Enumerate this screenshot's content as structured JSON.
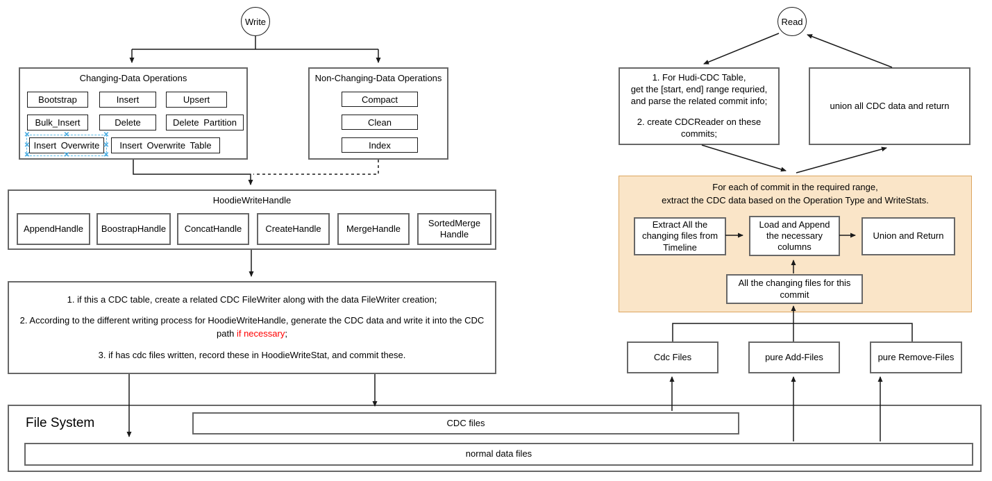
{
  "colors": {
    "highlight_red": "#FF0000",
    "orange_fill": "#FAE5C8",
    "orange_border": "#DCA55F",
    "selection_blue": "#45A9E0"
  },
  "write": {
    "node_label": "Write",
    "changing_ops": {
      "title": "Changing-Data Operations",
      "ops": [
        "Bootstrap",
        "Insert",
        "Upsert",
        "Bulk_Insert",
        "Delete",
        "Delete Partition",
        "Insert Overwrite",
        "Insert Overwrite Table"
      ]
    },
    "non_changing_ops": {
      "title": "Non-Changing-Data Operations",
      "ops": [
        "Compact",
        "Clean",
        "Index"
      ]
    },
    "hoodie_write_handle": {
      "title": "HoodieWriteHandle",
      "handles": [
        "AppendHandle",
        "BoostrapHandle",
        "ConcatHandle",
        "CreateHandle",
        "MergeHandle",
        "SortedMerge Handle"
      ]
    },
    "steps": {
      "step1": "1. if this a CDC table, create a related CDC FileWriter along with the data FileWriter creation;",
      "step2_prefix": "2. According to the different writing process for HoodieWriteHandle, generate the CDC data and write it into the CDC path ",
      "step2_highlight": "if necessary",
      "step2_suffix": ";",
      "step3": "3. if has cdc files written, record these in HoodieWriteStat, and commit these."
    }
  },
  "read": {
    "node_label": "Read",
    "prepare": {
      "line1": "1. For Hudi-CDC Table,",
      "line2": "get the [start, end] range requried,",
      "line3": "and parse the related commit info;",
      "line4": "2. create CDCReader on these",
      "line5": "commits;"
    },
    "union_all": "union all CDC data and return",
    "per_commit": {
      "title_line1": "For each of commit in the required range,",
      "title_line2": "extract the CDC data based on the Operation Type and WriteStats.",
      "extract": "Extract All the changing files from Timeline",
      "load": "Load and Append the necessary columns",
      "union_return": "Union and Return",
      "changing_files": "All the changing files for this commit"
    },
    "sources": {
      "cdc": "Cdc Files",
      "add": "pure Add-Files",
      "remove": "pure Remove-Files"
    }
  },
  "file_system": {
    "title": "File System",
    "cdc_files": "CDC files",
    "normal_files": "normal data files"
  }
}
